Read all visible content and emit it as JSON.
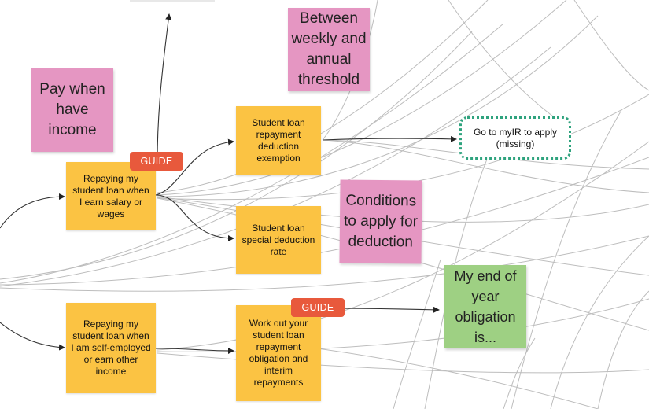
{
  "stickies": {
    "pay_when_income": "Pay when have income",
    "between_threshold": "Between weekly and annual threshold",
    "conditions": "Conditions to apply for deduction",
    "end_of_year": "My end of year obligation is..."
  },
  "cards": {
    "salary_wages": "Repaying my student loan when I earn salary or wages",
    "self_employed": "Repaying my student loan when I am self-employed or earn other income",
    "exemption": "Student loan repayment deduction exemption",
    "special_rate": "Student loan special deduction rate",
    "work_out": "Work out your student loan repayment obligation and interim repayments"
  },
  "badges": {
    "guide_1": "GUIDE",
    "guide_2": "GUIDE"
  },
  "links": {
    "myir": "Go to myIR to apply (missing)"
  },
  "colors": {
    "sticky_pink": "#e596c2",
    "sticky_green": "#9ed083",
    "card_yellow": "#fbc343",
    "guide_badge": "#e8593c",
    "dashed_border": "#2fa37e",
    "connector": "#333333"
  }
}
